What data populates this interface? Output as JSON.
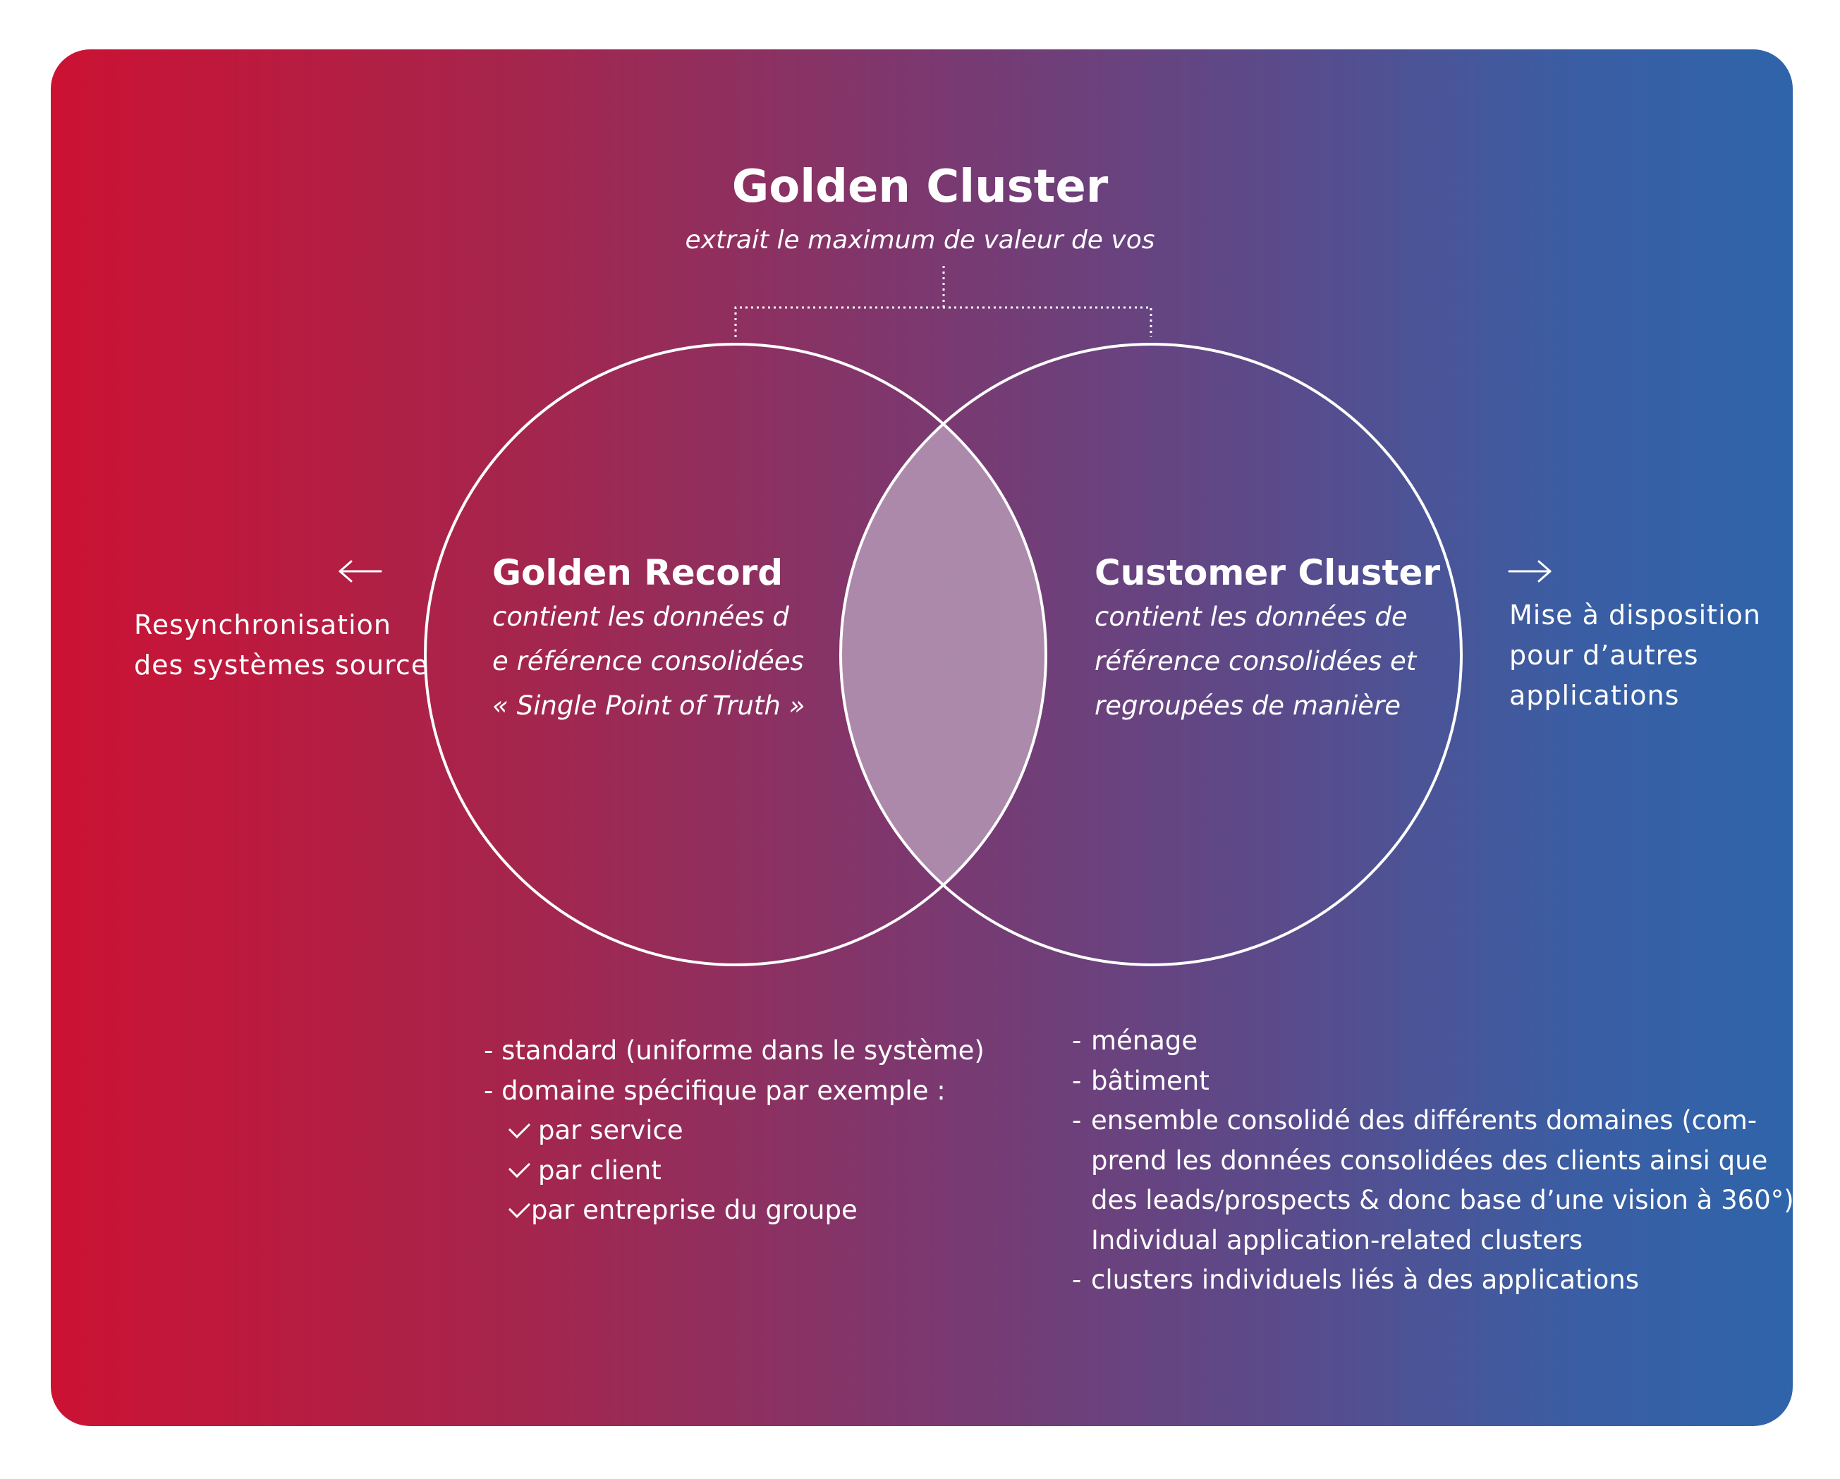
{
  "title": "Golden Cluster",
  "subtitle": "extrait le maximum de valeur de vos",
  "golden_record": {
    "heading": "Golden Record",
    "lines": [
      "contient les données d",
      "e référence consolidées",
      "« Single Point of Truth »"
    ]
  },
  "customer_cluster": {
    "heading": "Customer Cluster",
    "lines": [
      "contient les données de",
      "référence consolidées et",
      "regroupées de manière"
    ]
  },
  "left_side": {
    "arrow_icon": "arrow-left-icon",
    "lines": [
      "Resynchronisation",
      "des systèmes source"
    ]
  },
  "right_side": {
    "arrow_icon": "arrow-right-icon",
    "lines": [
      "Mise à disposition",
      "pour d’autres",
      "applications"
    ]
  },
  "left_list": {
    "items": [
      "- standard (uniforme dans le système)",
      "- domaine spécifique par exemple :"
    ],
    "checks": [
      "par service",
      "par client",
      "par entreprise du groupe"
    ]
  },
  "right_list": {
    "items": [
      "ménage",
      "bâtiment",
      "ensemble consolidé des différents domaines (com-",
      "prend les données consolidées des clients ainsi que",
      "des leads/prospects & donc base d’une vision à 360°)",
      "Individual application-related clusters",
      "clusters individuels liés à des applications"
    ]
  },
  "colors": {
    "gradient_left": "#cc1233",
    "gradient_right": "#2f64aa",
    "overlap_fill": "#b090b0",
    "stroke": "#ffffff"
  }
}
